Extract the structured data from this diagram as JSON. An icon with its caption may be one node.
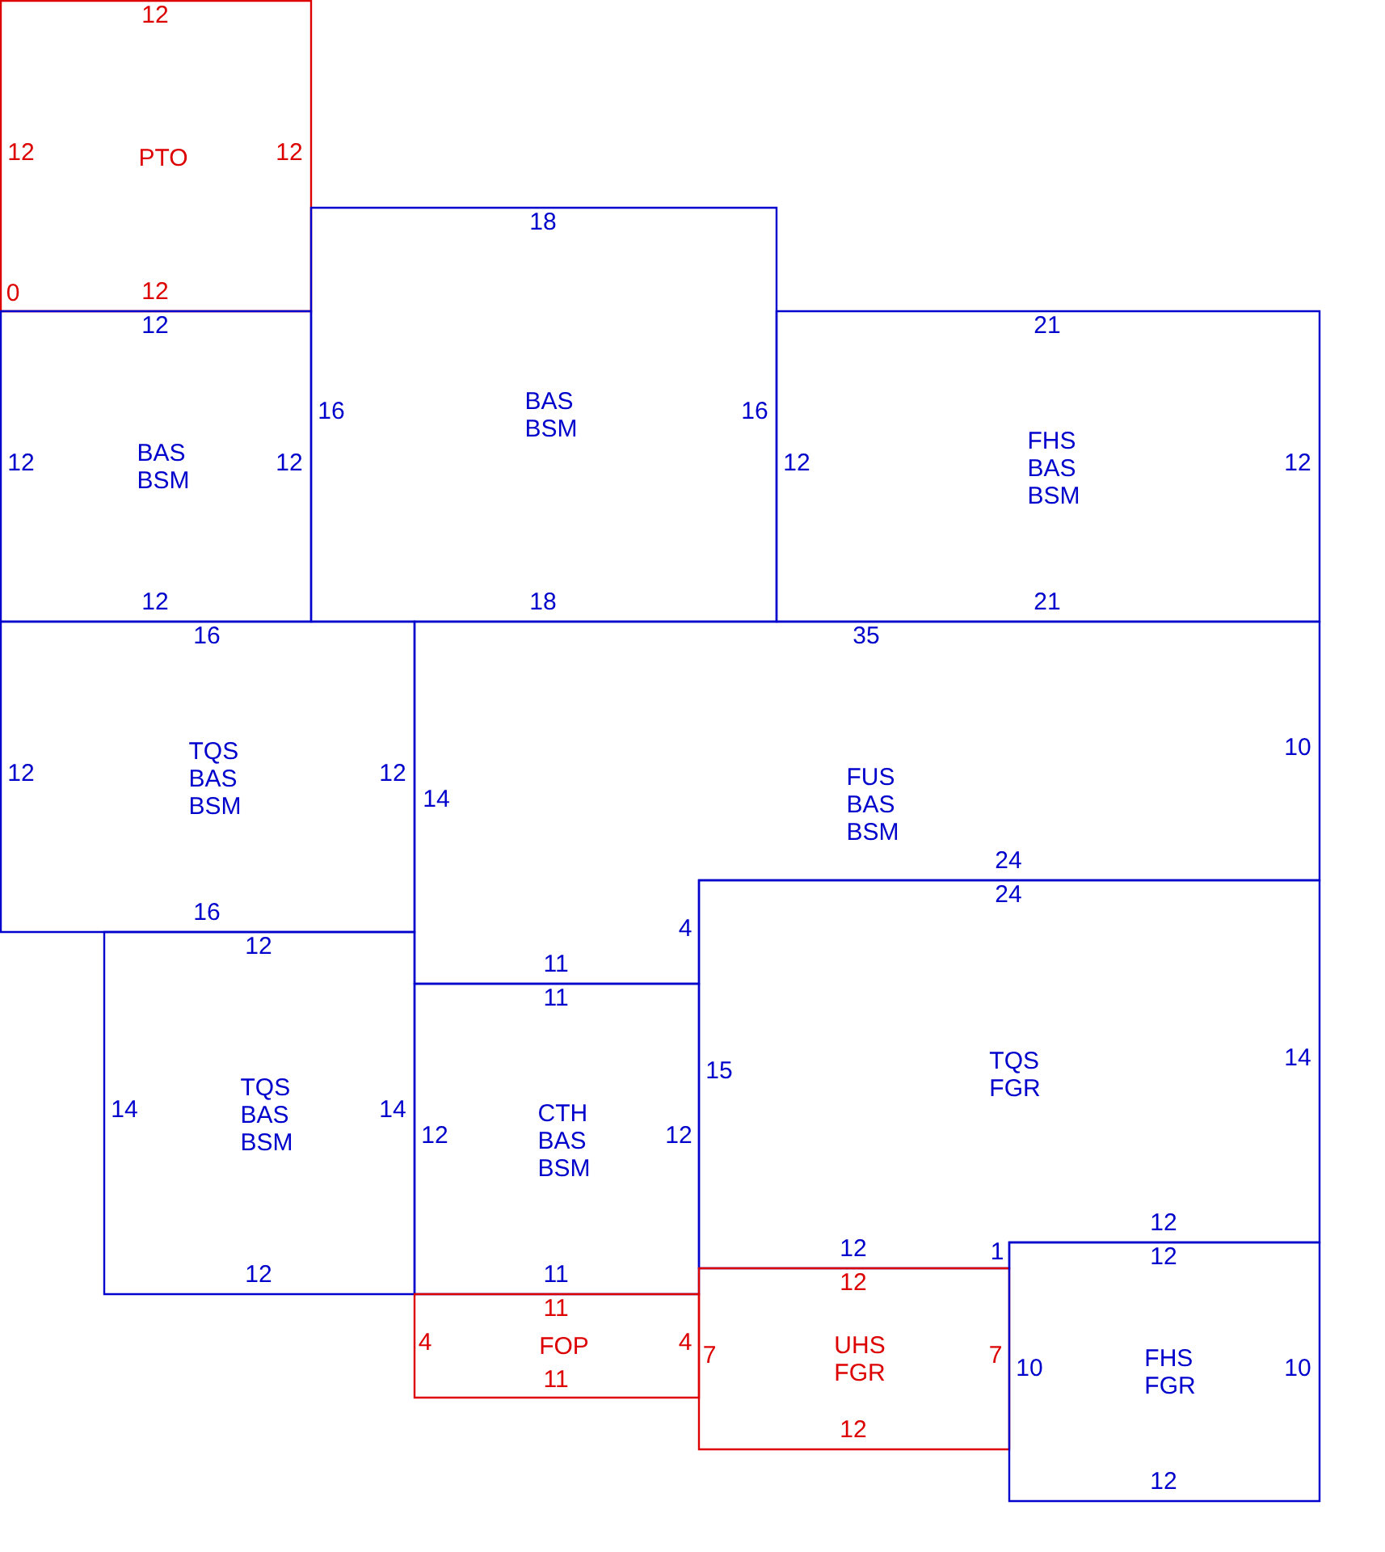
{
  "diagram": {
    "nodes": [
      {
        "text": [
          "PTO",
          "12",
          "12",
          "12",
          "12",
          "0"
        ]
      },
      {
        "text": [
          "BAS BSM",
          "12",
          "12",
          "12",
          "12"
        ]
      },
      {
        "text": [
          "BAS BSM",
          "18",
          "16",
          "16",
          "18"
        ]
      },
      {
        "text": [
          "FHS BAS BSM",
          "21",
          "12",
          "12",
          "21"
        ]
      },
      {
        "text": [
          "TQS BAS BSM",
          "16",
          "12",
          "12",
          "16"
        ]
      },
      {
        "text": [
          "FUS BAS BSM",
          "35",
          "14",
          "10",
          "24",
          "4",
          "11"
        ]
      },
      {
        "text": [
          "TQS BAS BSM",
          "12",
          "14",
          "14",
          "12"
        ]
      },
      {
        "text": [
          "CTH BAS BSM",
          "11",
          "12",
          "12",
          "11"
        ]
      },
      {
        "text": [
          "TQS FGR",
          "24",
          "15",
          "14",
          "12",
          "1",
          "12"
        ]
      },
      {
        "text": [
          "FOP",
          "11",
          "4",
          "4",
          "11"
        ]
      },
      {
        "text": [
          "UHS FGR",
          "12",
          "7",
          "7",
          "12"
        ]
      },
      {
        "text": [
          "FHS FGR",
          "12",
          "10",
          "10",
          "12"
        ]
      }
    ]
  }
}
